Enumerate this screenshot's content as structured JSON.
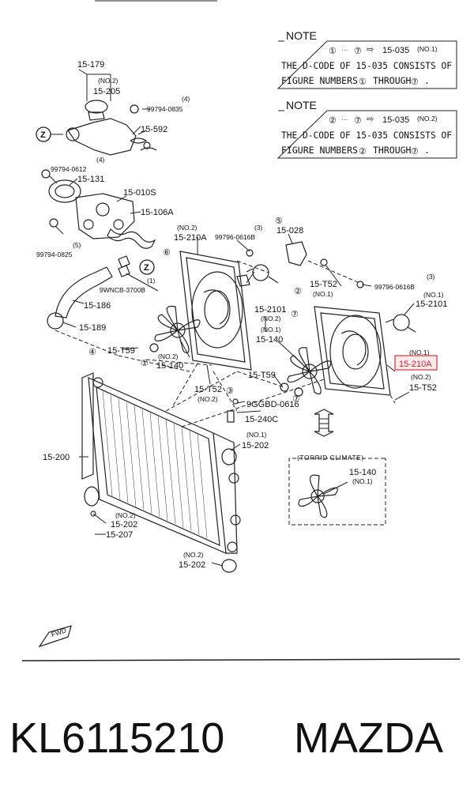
{
  "notes": [
    {
      "heading": "NOTE",
      "range_start": "①",
      "range_sep": "···",
      "range_end": "⑦",
      "arrow": "⇨",
      "code": "15-035",
      "code_suffix": "(NO.1)",
      "line1": "THE D-CODE OF  15-035  CONSISTS OF",
      "line2_prefix": "FIGURE NUMBERS",
      "line2_from": "①",
      "line2_mid": "THROUGH",
      "line2_to": "⑦",
      "line2_end": "."
    },
    {
      "heading": "NOTE",
      "range_start": "②",
      "range_sep": "···",
      "range_end": "⑦",
      "arrow": "⇨",
      "code": "15-035",
      "code_suffix": "(NO.2)",
      "line1": "THE D-CODE OF  15-035  CONSISTS OF",
      "line2_prefix": "FIGURE NUMBERS",
      "line2_from": "②",
      "line2_mid": "THROUGH",
      "line2_to": "⑦",
      "line2_end": "."
    }
  ],
  "labels": {
    "p15_179": "15-179",
    "no2_a": "(NO.2)",
    "p15_205": "15-205",
    "n4_a": "(4)",
    "p99794_0835": "99794-0835",
    "p15_592": "15-592",
    "n4_b": "(4)",
    "p99794_0612": "99794-0612",
    "p15_131": "15-131",
    "p15_010S": "15-010S",
    "p15_106A": "15-106A",
    "n5": "(5)",
    "p99794_0825": "99794-0825",
    "no2_b": "(NO.2)",
    "p15_210A_left": "15-210A",
    "n3_a": "(3)",
    "p99796_0616B_a": "99796-0616B",
    "p15_028": "15-028",
    "p9WNCB": "9WNCB-3700B",
    "n1": "(1)",
    "p15_186": "15-186",
    "p15_T52_a": "15-T52",
    "no1_a": "(NO.1)",
    "n3_b": "(3)",
    "p99796_0616B_b": "99796-0616B",
    "no1_b": "(NO.1)",
    "p15_2101_right": "15-2101",
    "p15_2101_mid": "15-2101",
    "no2_c": "(NO.2)",
    "p15_189": "15-189",
    "no1_c": "(NO.1)",
    "p15_140_mid": "15-140",
    "p15_T59_left": "15-T59",
    "no2_d": "(NO.2)",
    "p15_140_left": "15-140",
    "no1_d": "(NO.1)",
    "p15_210A_right": "15-210A",
    "p15_T59_mid": "15-T59",
    "no2_e": "(NO.2)",
    "p15_T52_right": "15-T52",
    "p15_T52_mid": "15-T52",
    "no2_f": "(NO.2)",
    "p9GGBD": "9GGBD-0616",
    "p15_240C": "15-240C",
    "no1_e": "(NO.1)",
    "p15_202_a": "15-202",
    "torrid": "(TORRID CLIMATE)",
    "p15_140_torrid": "15-140",
    "no1_torrid": "(NO.1)",
    "p15_200": "15-200",
    "no2_g": "(NO.2)",
    "p15_202_b": "15-202",
    "p15_207": "15-207",
    "no2_h": "(NO.2)",
    "p15_202_c": "15-202",
    "fwd": "FWD"
  },
  "callouts": {
    "z1": "Z",
    "z2": "Z",
    "c1": "①",
    "c2": "②",
    "c3": "③",
    "c4": "④",
    "c5": "⑤",
    "c6": "⑥",
    "c7a": "⑦",
    "c7b": "⑦"
  },
  "highlight_color": "#e0303a",
  "footer": {
    "part_number": "KL6115210",
    "brand": "MAZDA"
  }
}
